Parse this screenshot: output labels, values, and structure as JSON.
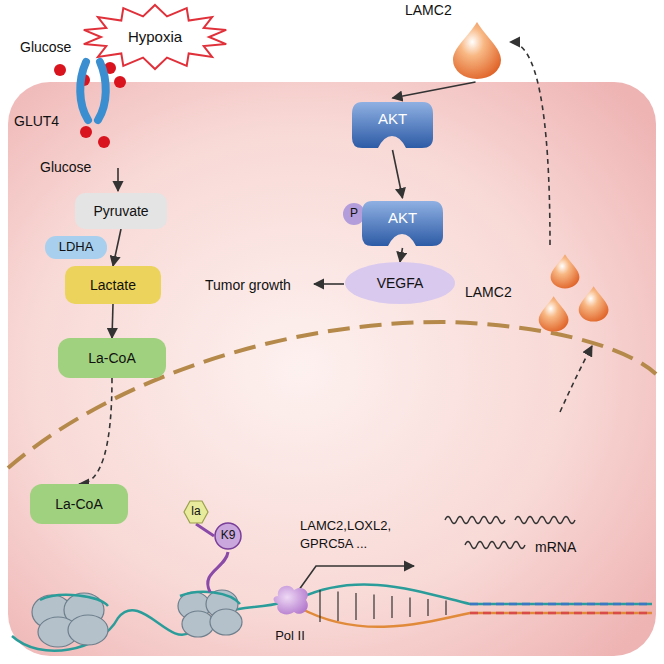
{
  "diagram": {
    "nodes": [
      {
        "text": [
          "Hypoxia"
        ]
      },
      {
        "text": [
          "LAMC2"
        ]
      },
      {
        "text": [
          "Pyruvate"
        ]
      },
      {
        "text": [
          "LDHA"
        ]
      },
      {
        "text": [
          "Lactate"
        ]
      },
      {
        "text": [
          "AKT"
        ]
      },
      {
        "text": [
          "P"
        ]
      },
      {
        "text": [
          "AKT"
        ]
      },
      {
        "text": [
          "VEGFA"
        ]
      },
      {
        "text": [
          "La-CoA"
        ]
      },
      {
        "text": [
          "LAMC2"
        ]
      },
      {
        "text": [
          "La-CoA"
        ]
      },
      {
        "text": [
          "la"
        ]
      },
      {
        "text": [
          "K9"
        ]
      },
      {
        "text": [
          "Pol II"
        ]
      }
    ],
    "edges": [
      {
        "from": 2,
        "to": 4,
        "arrow": "to"
      },
      {
        "from": 4,
        "to": 9,
        "arrow": "to"
      },
      {
        "from": 9,
        "to": 11,
        "arrow": "to"
      },
      {
        "from": 1,
        "to": 5,
        "arrow": "to"
      },
      {
        "from": 5,
        "to": 7,
        "arrow": "to"
      },
      {
        "from": 7,
        "to": 8,
        "arrow": "to"
      },
      {
        "from": 10,
        "to": 1,
        "arrow": "to"
      },
      {
        "from": 13,
        "to": 12,
        "arrow": "none"
      }
    ],
    "labels": [
      "Glucose",
      "GLUT4",
      "Glucose",
      "Tumor growth",
      "LAMC2,LOXL2, GPRC5A ...",
      "mRNA"
    ]
  }
}
